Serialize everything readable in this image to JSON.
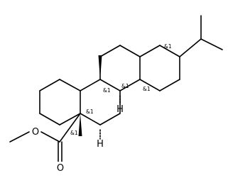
{
  "molecule": {
    "stereo_tag": "&1",
    "atoms": {
      "oxygen": "O",
      "hydrogen": "H"
    }
  },
  "colors": {
    "ink": "#000000",
    "background": "#ffffff"
  }
}
